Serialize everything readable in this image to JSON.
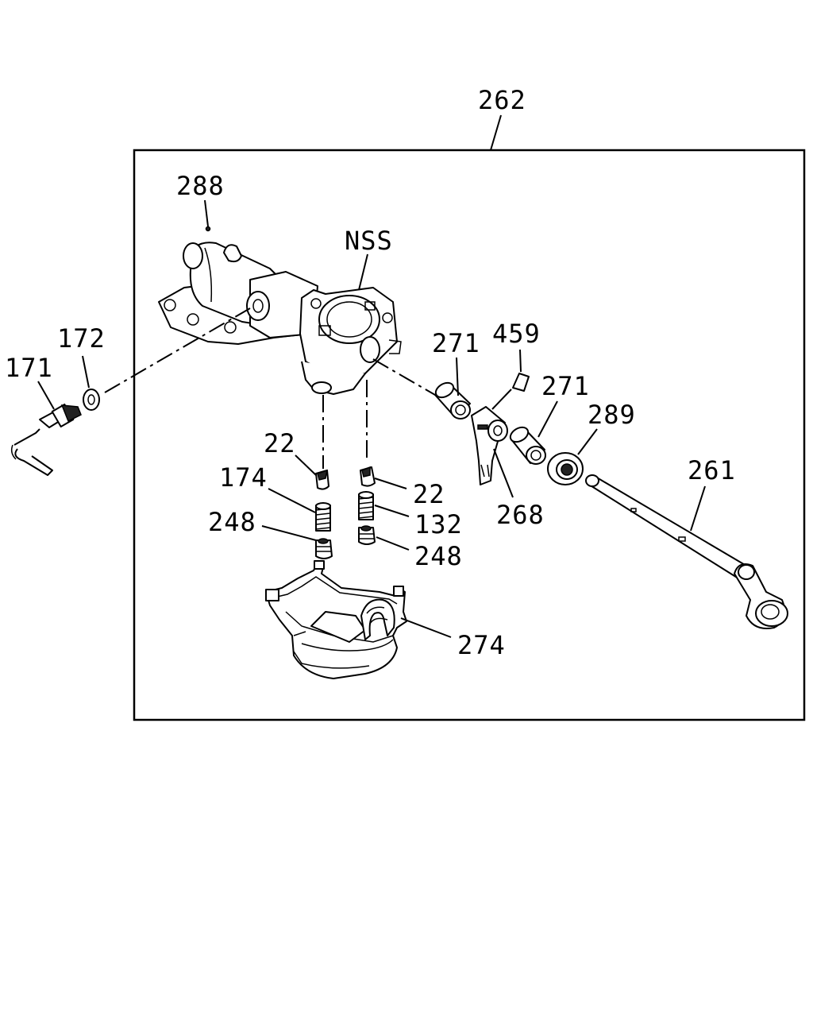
{
  "diagram": {
    "callouts": {
      "assembly": "262",
      "detent_ball": "288",
      "housing": "NSS",
      "washer": "172",
      "switch": "171",
      "bushing_left": "271",
      "pin": "459",
      "bushing_right": "271",
      "oil_seal": "289",
      "shift_shaft": "261",
      "lever": "268",
      "plunger_left": "22",
      "spring_left": "174",
      "plug_left": "248",
      "plunger_right": "22",
      "spring_right": "132",
      "plug_right": "248",
      "cover": "274"
    }
  }
}
